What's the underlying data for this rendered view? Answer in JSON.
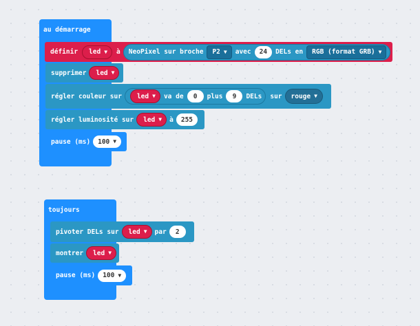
{
  "on_start": {
    "title": "au démarrage",
    "define": {
      "label": "définir",
      "variable": "led",
      "to": "à",
      "neopixel_label": "NeoPixel sur broche",
      "pin": "P2",
      "with_label": "avec",
      "count": "24",
      "leds_in_label": "DELs en",
      "mode": "RGB (format GRB)"
    },
    "clear": {
      "label": "supprimer",
      "variable": "led"
    },
    "set_color": {
      "label": "régler couleur sur",
      "variable": "led",
      "from_label": "va de",
      "start": "0",
      "plus_label": "plus",
      "count": "9",
      "leds_label": "DELs",
      "on_label": "sur",
      "color": "rouge"
    },
    "brightness": {
      "label": "régler luminosité sur",
      "variable": "led",
      "to": "à",
      "value": "255"
    },
    "pause": {
      "label": "pause (ms)",
      "value": "100"
    }
  },
  "forever": {
    "title": "toujours",
    "rotate": {
      "label": "pivoter DELs sur",
      "variable": "led",
      "by_label": "par",
      "value": "2"
    },
    "show": {
      "label": "montrer",
      "variable": "led"
    },
    "pause": {
      "label": "pause (ms)",
      "value": "100"
    }
  },
  "icons": {
    "dropdown": "triangle-down"
  },
  "colors": {
    "workspace": "#eceef2",
    "basic_blue": "#1e90ff",
    "neopixel_teal": "#2b97c4",
    "variable_red": "#dc1e4b"
  }
}
